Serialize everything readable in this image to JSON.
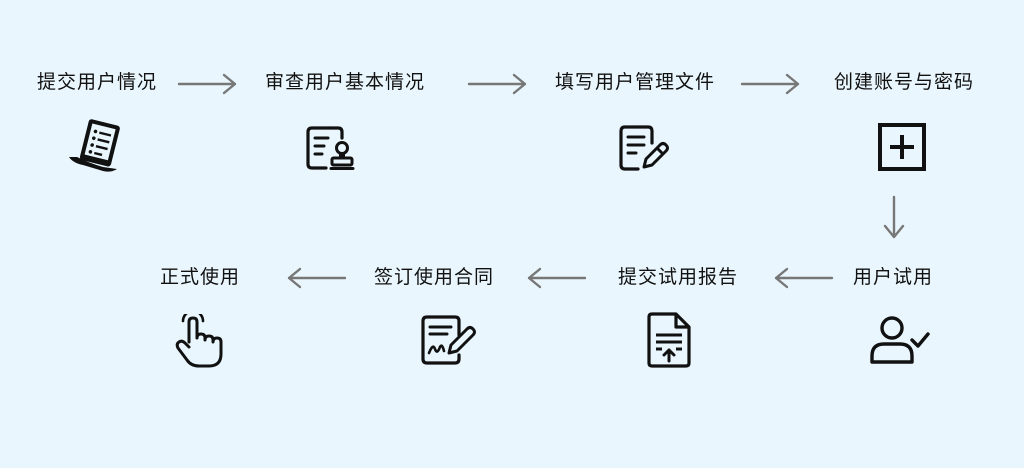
{
  "steps": [
    {
      "label": "提交用户情况",
      "icon": "document-list-icon"
    },
    {
      "label": "审查用户基本情况",
      "icon": "document-stamp-icon"
    },
    {
      "label": "填写用户管理文件",
      "icon": "document-edit-icon"
    },
    {
      "label": "创建账号与密码",
      "icon": "plus-square-icon"
    },
    {
      "label": "用户试用",
      "icon": "user-check-icon"
    },
    {
      "label": "提交试用报告",
      "icon": "document-upload-icon"
    },
    {
      "label": "签订使用合同",
      "icon": "contract-sign-icon"
    },
    {
      "label": "正式使用",
      "icon": "pointer-hand-icon"
    }
  ],
  "colors": {
    "background": "#e9f6fd",
    "text": "#111111",
    "arrow": "#777777",
    "icon": "#111111"
  }
}
